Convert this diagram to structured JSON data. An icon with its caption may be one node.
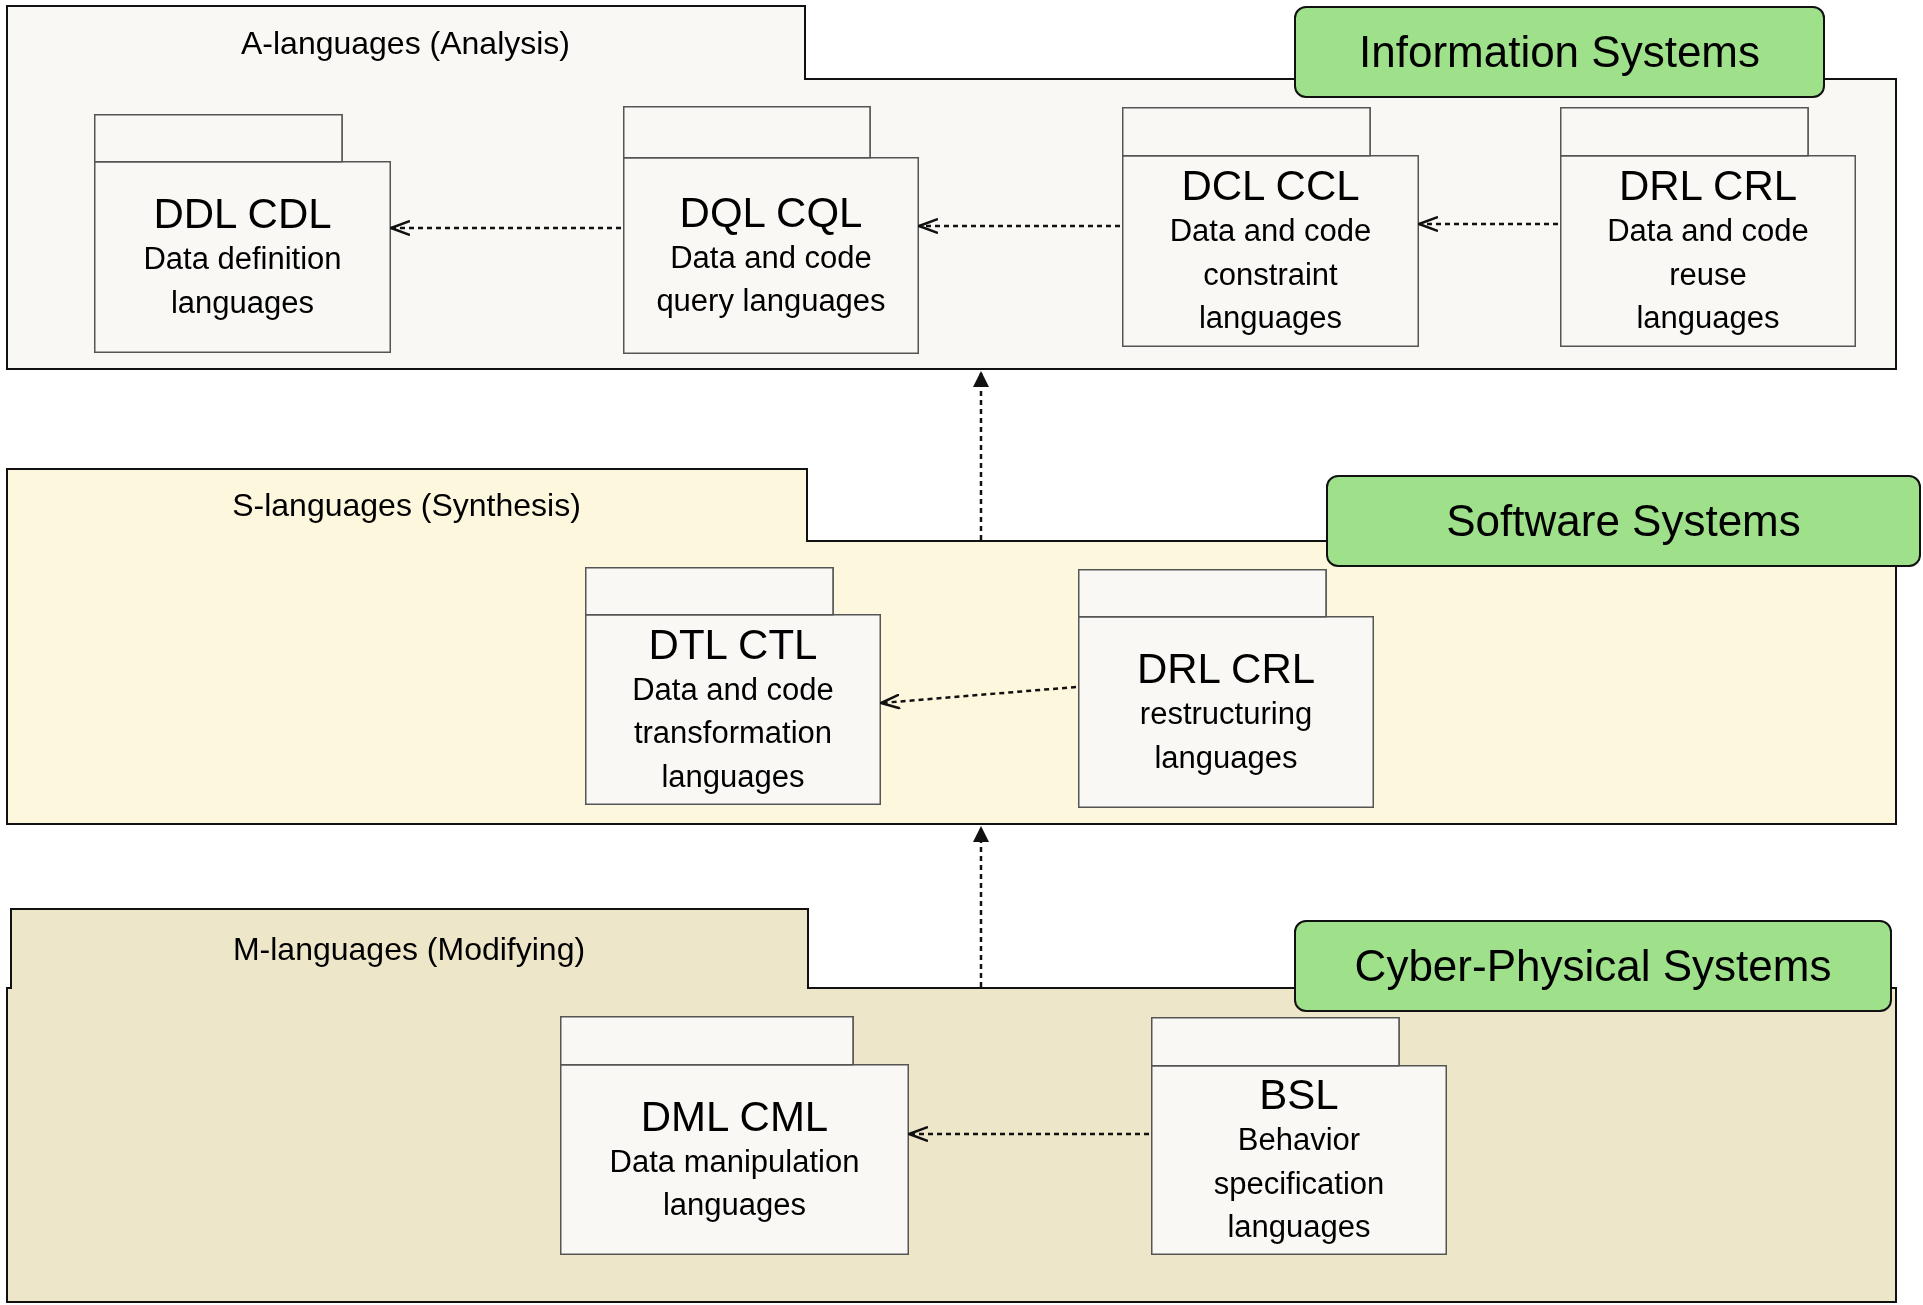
{
  "diagram": {
    "nodes": [
      {
        "text": [
          "A-languages (Analysis)"
        ]
      },
      {
        "text": [
          "Information Systems"
        ]
      },
      {
        "text": [
          "DDL CDL",
          "Data definition languages"
        ],
        "in": 0
      },
      {
        "text": [
          "DQL CQL",
          "Data and code query languages"
        ],
        "in": 0
      },
      {
        "text": [
          "DCL CCL",
          "Data and code constraint languages"
        ],
        "in": 0
      },
      {
        "text": [
          "DRL CRL",
          "Data and code reuse languages"
        ],
        "in": 0
      },
      {
        "text": [
          "S-languages (Synthesis)"
        ]
      },
      {
        "text": [
          "Software Systems"
        ]
      },
      {
        "text": [
          "DTL CTL",
          "Data and code transformation languages"
        ],
        "in": 6
      },
      {
        "text": [
          "DRL CRL",
          "restructuring languages"
        ],
        "in": 6
      },
      {
        "text": [
          "M-languages (Modifying)"
        ]
      },
      {
        "text": [
          "Cyber-Physical Systems"
        ]
      },
      {
        "text": [
          "DML CML",
          "Data manipulation languages"
        ],
        "in": 10
      },
      {
        "text": [
          "BSL",
          "Behavior specification languages"
        ],
        "in": 10
      }
    ],
    "edges": [
      {
        "from": 3,
        "to": 2,
        "arrow": "to",
        "style": "dashed"
      },
      {
        "from": 4,
        "to": 3,
        "arrow": "to",
        "style": "dashed"
      },
      {
        "from": 5,
        "to": 4,
        "arrow": "to",
        "style": "dashed"
      },
      {
        "from": 6,
        "to": 0,
        "arrow": "to",
        "style": "dashed"
      },
      {
        "from": 9,
        "to": 8,
        "arrow": "to",
        "style": "dashed"
      },
      {
        "from": 10,
        "to": 6,
        "arrow": "to",
        "style": "dashed"
      },
      {
        "from": 13,
        "to": 12,
        "arrow": "to",
        "style": "dashed"
      }
    ]
  }
}
